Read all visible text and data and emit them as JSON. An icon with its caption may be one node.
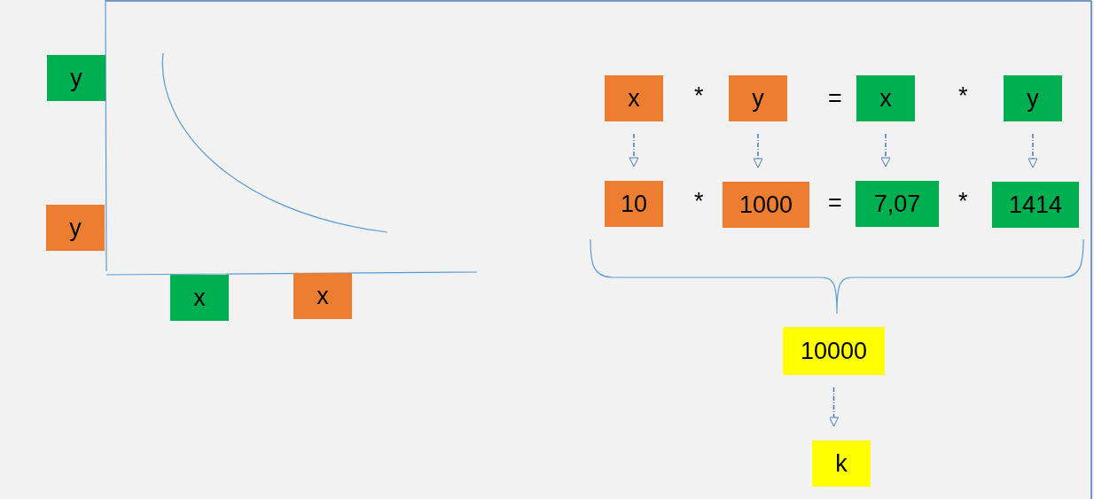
{
  "diagram": {
    "nodes": [
      {
        "text": [
          "y"
        ]
      },
      {
        "text": [
          "y"
        ]
      },
      {
        "text": [
          "x"
        ]
      },
      {
        "text": [
          "x"
        ]
      },
      {
        "text": [
          "x"
        ]
      },
      {
        "text": [
          "y"
        ]
      },
      {
        "text": [
          "x"
        ]
      },
      {
        "text": [
          "y"
        ]
      },
      {
        "text": [
          "10"
        ]
      },
      {
        "text": [
          "1000"
        ]
      },
      {
        "text": [
          "7,07"
        ]
      },
      {
        "text": [
          "1414"
        ]
      },
      {
        "text": [
          "10000"
        ]
      },
      {
        "text": [
          "k"
        ]
      }
    ],
    "edges": [
      {
        "from": 4,
        "to": 8,
        "arrow": "to",
        "style": "dashed"
      },
      {
        "from": 5,
        "to": 9,
        "arrow": "to",
        "style": "dashed"
      },
      {
        "from": 6,
        "to": 10,
        "arrow": "to",
        "style": "dashed"
      },
      {
        "from": 7,
        "to": 11,
        "arrow": "to",
        "style": "dashed"
      },
      {
        "from": 12,
        "to": 13,
        "arrow": "to",
        "style": "dashed"
      }
    ],
    "labels": [
      "*",
      "=",
      "*",
      "*",
      "=",
      "*"
    ]
  }
}
